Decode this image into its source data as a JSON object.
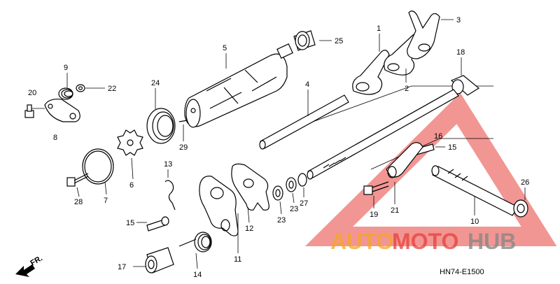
{
  "callouts": [
    {
      "id": "1",
      "text": "1"
    },
    {
      "id": "2",
      "text": "2"
    },
    {
      "id": "3",
      "text": "3"
    },
    {
      "id": "4",
      "text": "4"
    },
    {
      "id": "5",
      "text": "5"
    },
    {
      "id": "6",
      "text": "6"
    },
    {
      "id": "7",
      "text": "7"
    },
    {
      "id": "8",
      "text": "8"
    },
    {
      "id": "9",
      "text": "9"
    },
    {
      "id": "10",
      "text": "10"
    },
    {
      "id": "11",
      "text": "11"
    },
    {
      "id": "12",
      "text": "12"
    },
    {
      "id": "13",
      "text": "13"
    },
    {
      "id": "14",
      "text": "14"
    },
    {
      "id": "15a",
      "text": "15"
    },
    {
      "id": "15b",
      "text": "15"
    },
    {
      "id": "16",
      "text": "16"
    },
    {
      "id": "17",
      "text": "17"
    },
    {
      "id": "18",
      "text": "18"
    },
    {
      "id": "19",
      "text": "19"
    },
    {
      "id": "20",
      "text": "20"
    },
    {
      "id": "21",
      "text": "21"
    },
    {
      "id": "22",
      "text": "22"
    },
    {
      "id": "23a",
      "text": "23"
    },
    {
      "id": "23b",
      "text": "23"
    },
    {
      "id": "24",
      "text": "24"
    },
    {
      "id": "25",
      "text": "25"
    },
    {
      "id": "26",
      "text": "26"
    },
    {
      "id": "27",
      "text": "27"
    },
    {
      "id": "28",
      "text": "28"
    },
    {
      "id": "29",
      "text": "29"
    }
  ],
  "direction_marker": "FR.",
  "drawing_code": "HN74-E1500",
  "watermark": {
    "text_auto": "AUTO",
    "text_moto": "MOTO",
    "text_hub": "HUB",
    "color_orange": "#f5a623",
    "color_red": "#e8403a",
    "color_gray": "#888888"
  }
}
